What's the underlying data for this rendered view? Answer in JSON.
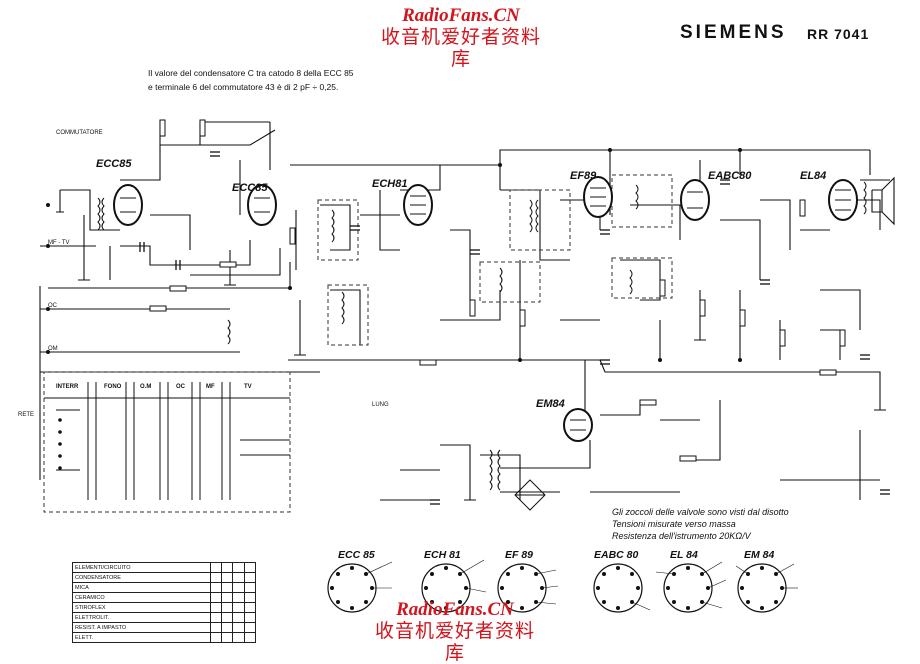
{
  "watermark": {
    "top_en": "RadioFans.CN",
    "top_cn": "收音机爱好者资料库",
    "bottom_en": "RadioFans.CN",
    "bottom_cn": "收音机爱好者资料库",
    "color": "#d4141c"
  },
  "header": {
    "brand": "SIEMENS",
    "model": "RR 7041"
  },
  "note": {
    "line1": "Il valore del condensatore C tra catodo 8 della ECC 85",
    "line2": "e terminale 6 del commutatore 43 è di 2 pF ÷ 0,25."
  },
  "measurement_note": {
    "line1": "Gli zoccoli delle valvole sono visti dal disotto",
    "line2": "Tensioni misurate verso massa",
    "line3": "Resistenza dell'istrumento 20KΩ/V"
  },
  "tubes": {
    "ecc85_a": "ECC85",
    "ecc85_b": "ECC85",
    "ech81": "ECH81",
    "ef89": "EF89",
    "eabc80": "EABC80",
    "el84": "EL84",
    "em84": "EM84"
  },
  "sockets": {
    "s1": "ECC 85",
    "s2": "ECH 81",
    "s3": "EF 89",
    "s4": "EABC 80",
    "s5": "EL 84",
    "s6": "EM 84"
  },
  "switch_labels": {
    "interr": "INTERR",
    "fono": "FONO",
    "om": "O.M",
    "oc": "OC",
    "mf": "MF",
    "tv": "TV",
    "rete": "RETE",
    "commutatore": "COMMUTATORE",
    "onde_corte": "OC",
    "onde_medie": "OM",
    "mf_tv": "MF - TV",
    "lungo": "LUNG"
  },
  "legend": {
    "rows": [
      "ELEMENTI/CIRCUITO",
      "CONDENSATORE",
      "MICA",
      "CERAMICO",
      "STIROFLEX",
      "ELETTROLIT.",
      "RESIST. A IMPASTO",
      "ELETT."
    ]
  },
  "colors": {
    "ink": "#111111",
    "dashed": "#333333"
  }
}
